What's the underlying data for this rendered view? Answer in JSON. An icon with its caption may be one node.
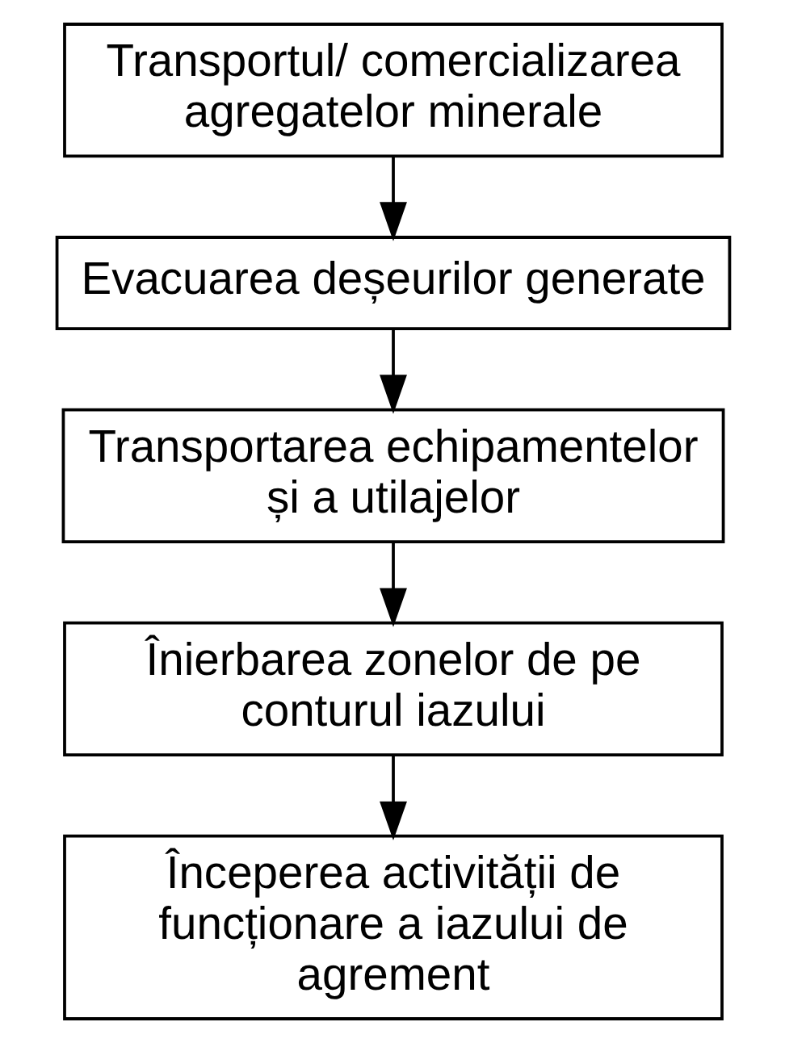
{
  "diagram": {
    "nodes": [
      {
        "text": [
          "Transportul/ comercializarea agregatelor minerale"
        ]
      },
      {
        "text": [
          "Evacuarea deșeurilor generate"
        ]
      },
      {
        "text": [
          "Transportarea echipamentelor și a utilajelor"
        ]
      },
      {
        "text": [
          "Înierbarea zonelor de pe conturul iazului"
        ]
      },
      {
        "text": [
          "Începerea activității de funcționare a iazului de agrement"
        ]
      }
    ],
    "edges": [
      {
        "from": 0,
        "to": 1,
        "arrow": "to"
      },
      {
        "from": 1,
        "to": 2,
        "arrow": "to"
      },
      {
        "from": 2,
        "to": 3,
        "arrow": "to"
      },
      {
        "from": 3,
        "to": 4,
        "arrow": "to"
      }
    ]
  }
}
